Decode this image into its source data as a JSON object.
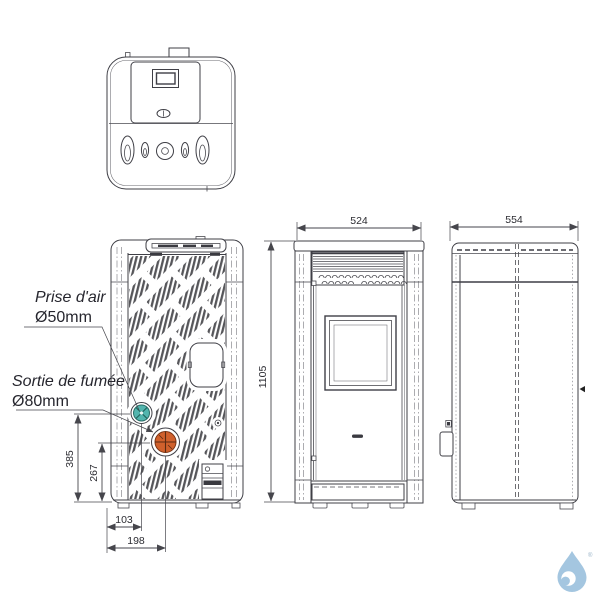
{
  "annotations": {
    "air_intake": {
      "label": "Prise d'air",
      "diameter": "Ø50mm"
    },
    "smoke_outlet": {
      "label": "Sortie de fumée",
      "diameter": "Ø80mm"
    }
  },
  "dimensions": {
    "front_width": "524",
    "depth": "554",
    "height": "1105",
    "air_intake_height": "385",
    "smoke_outlet_height": "267",
    "air_intake_offset": "103",
    "smoke_outlet_offset": "198"
  },
  "colors": {
    "line": "#3f3f46",
    "vent_stroke": "#56565a",
    "air_intake_port": "#52b5ae",
    "smoke_outlet_port": "#d0602c",
    "label_text": "#26262e",
    "logo_blue": "#a4c6e0"
  },
  "watermark": {
    "registered": "®"
  }
}
